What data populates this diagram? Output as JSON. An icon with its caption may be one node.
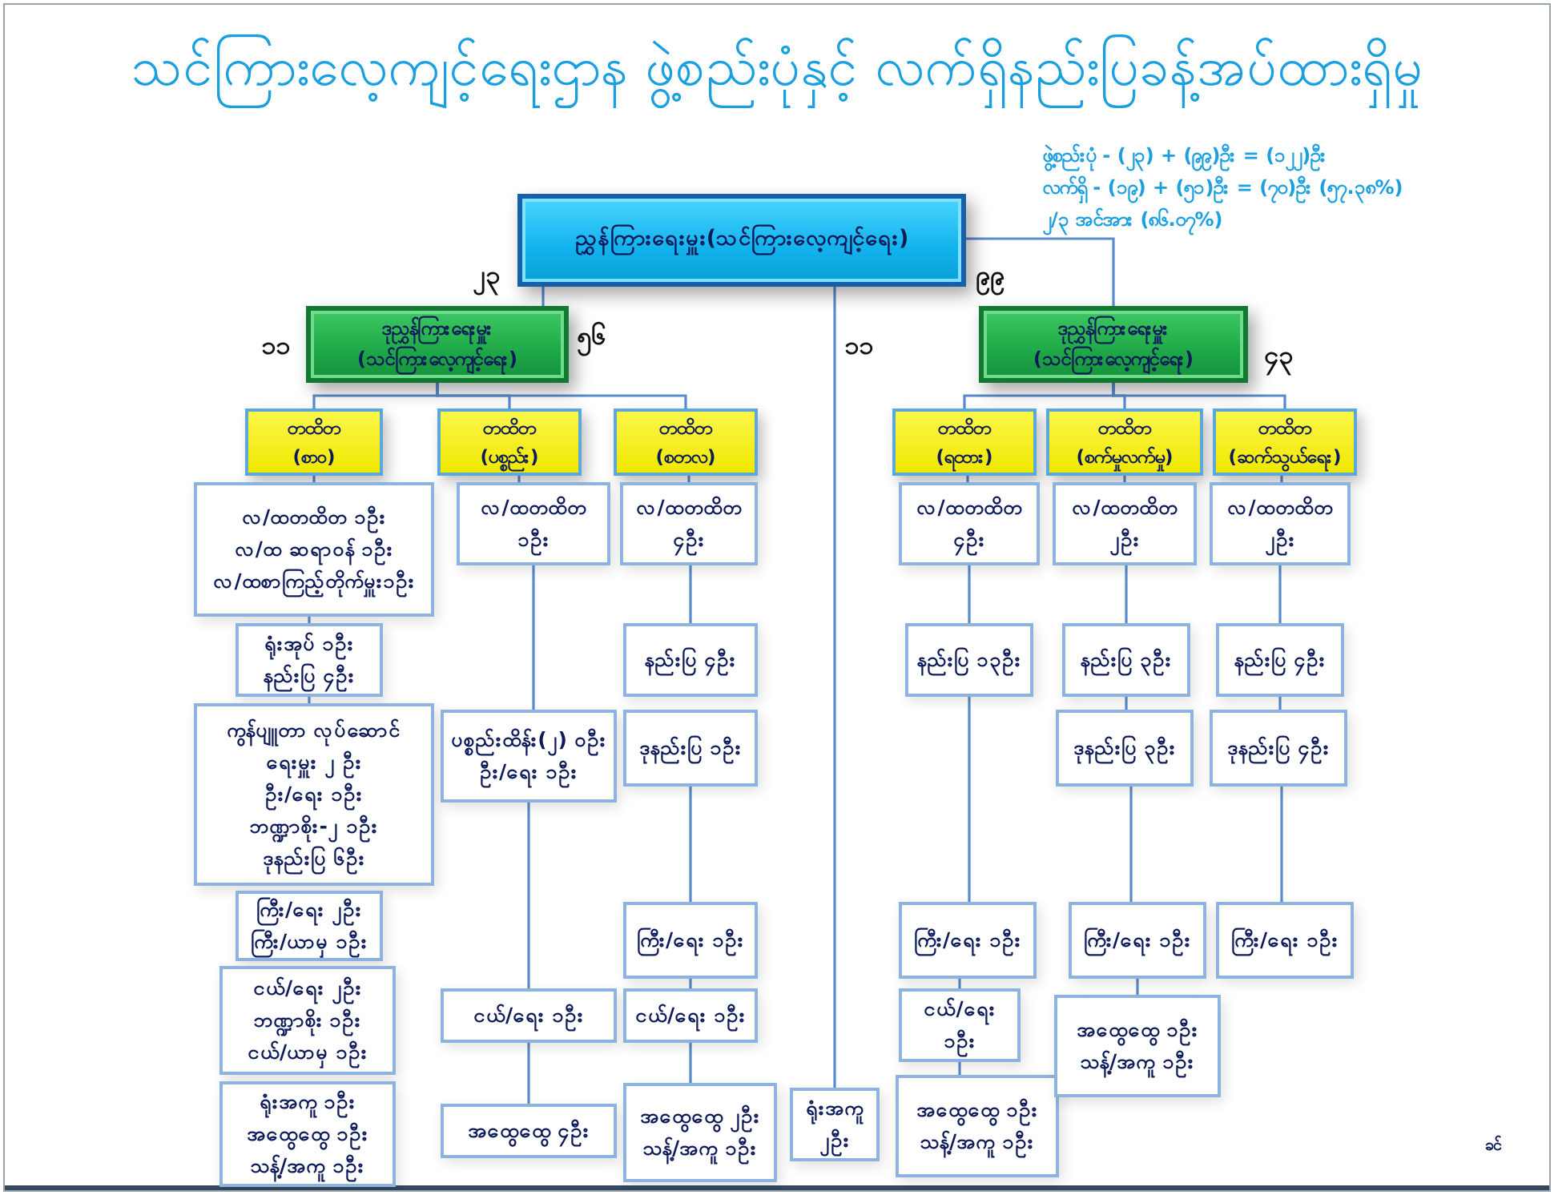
{
  "diagram": {
    "title": "သင်ကြားလေ့ကျင့်ရေးဌာန ဖွဲ့စည်းပုံနှင့် လက်ရှိနည်းပြခန့်အပ်ထားရှိမှု",
    "nodes": [
      {
        "text": [
          "ညွှန်ကြားရေးမှူး(သင်ကြားလေ့ကျင့်ရေး)"
        ]
      },
      {
        "text": [
          "ဒုညွှန်ကြားရေးမှူး (သင်ကြားလေ့ကျင့်ရေး)"
        ]
      },
      {
        "text": [
          "ဒုညွှန်ကြားရေးမှူး (သင်ကြားလေ့ကျင့်ရေး)"
        ]
      },
      {
        "text": [
          "တထိတ (စာဝ)"
        ]
      },
      {
        "text": [
          "တထိတ (ပစ္စည်း)"
        ]
      },
      {
        "text": [
          "တထိတ (စတလ)"
        ]
      },
      {
        "text": [
          "တထိတ (ရထား)"
        ]
      },
      {
        "text": [
          "တထိတ (စက်မှုလက်မှု)"
        ]
      },
      {
        "text": [
          "တထိတ (ဆက်သွယ်ရေး)"
        ]
      },
      {
        "text": [
          "လ/ထတထိတ ၁ဦး",
          "လ/ထ ဆရာဝန် ၁ဦး",
          "လ/ထစာကြည့်တိုက်မှူး၁ဦး"
        ]
      },
      {
        "text": [
          "ရုံးအုပ် ၁ဦး",
          "နည်းပြ ၄ဦး"
        ]
      },
      {
        "text": [
          "ကွန်ပျူတာ လုပ်ဆောင် ရေးမှူး ၂ ဦး",
          "ဦး/ရေး ၁ဦး",
          "ဘဏ္ဍာစိုး-၂ ၁ဦး",
          "ဒုနည်းပြ ၆ဦး"
        ]
      },
      {
        "text": [
          "ကြီး/ရေး ၂ဦး",
          "ကြီး/ယာမှ ၁ဦး"
        ]
      },
      {
        "text": [
          "ငယ်/ရေး ၂ဦး",
          "ဘဏ္ဍာစိုး ၁ဦး",
          "ငယ်/ယာမှ ၁ဦး"
        ]
      },
      {
        "text": [
          "ရုံးအကူ ၁ဦး",
          "အထွေထွေ ၁ဦး",
          "သန့်/အကူ ၁ဦး"
        ]
      },
      {
        "text": [
          "လ/ထတထိတ ၁ဦး"
        ]
      },
      {
        "text": [
          "ပစ္စည်းထိန်း(၂) ၀ဦး",
          "ဦး/ရေး ၁ဦး"
        ]
      },
      {
        "text": [
          "ငယ်/ရေး ၁ဦး"
        ]
      },
      {
        "text": [
          "အထွေထွေ ၄ဦး"
        ]
      },
      {
        "text": [
          "လ/ထတထိတ ၄ဦး"
        ]
      },
      {
        "text": [
          "နည်းပြ ၄ဦး"
        ]
      },
      {
        "text": [
          "ဒုနည်းပြ ၁ဦး"
        ]
      },
      {
        "text": [
          "ကြီး/ရေး ၁ဦး"
        ]
      },
      {
        "text": [
          "ငယ်/ရေး ၁ဦး"
        ]
      },
      {
        "text": [
          "အထွေထွေ ၂ဦး",
          "သန့်/အကူ ၁ဦး"
        ]
      },
      {
        "text": [
          "ရုံးအကူ ၂ဦး"
        ]
      },
      {
        "text": [
          "လ/ထတထိတ ၄ဦး"
        ]
      },
      {
        "text": [
          "နည်းပြ ၁၃ဦး"
        ]
      },
      {
        "text": [
          "ကြီး/ရေး ၁ဦး"
        ]
      },
      {
        "text": [
          "ငယ်/ရေး ၁ဦး"
        ]
      },
      {
        "text": [
          "အထွေထွေ ၁ဦး",
          "သန့်/အကူ ၁ဦး"
        ]
      },
      {
        "text": [
          "လ/ထတထိတ ၂ဦး"
        ]
      },
      {
        "text": [
          "နည်းပြ ၃ဦး"
        ]
      },
      {
        "text": [
          "ဒုနည်းပြ ၃ဦး"
        ]
      },
      {
        "text": [
          "ကြီး/ရေး ၁ဦး"
        ]
      },
      {
        "text": [
          "အထွေထွေ ၁ဦး",
          "သန့်/အကူ ၁ဦး"
        ]
      },
      {
        "text": [
          "လ/ထတထိတ ၂ဦး"
        ]
      },
      {
        "text": [
          "နည်းပြ ၄ဦး"
        ]
      },
      {
        "text": [
          "ဒုနည်းပြ ၄ဦး"
        ]
      },
      {
        "text": [
          "ကြီး/ရေး ၁ဦး"
        ]
      }
    ],
    "edges": [
      {
        "from": 0,
        "to": 1,
        "arrow": "none"
      },
      {
        "from": 0,
        "to": 2,
        "arrow": "none"
      },
      {
        "from": 0,
        "to": 25,
        "arrow": "none"
      },
      {
        "from": 1,
        "to": 3,
        "arrow": "none"
      },
      {
        "from": 1,
        "to": 4,
        "arrow": "none"
      },
      {
        "from": 1,
        "to": 5,
        "arrow": "none"
      },
      {
        "from": 2,
        "to": 6,
        "arrow": "none"
      },
      {
        "from": 2,
        "to": 7,
        "arrow": "none"
      },
      {
        "from": 2,
        "to": 8,
        "arrow": "none"
      },
      {
        "from": 3,
        "to": 9,
        "arrow": "none"
      },
      {
        "from": 9,
        "to": 10,
        "arrow": "none"
      },
      {
        "from": 10,
        "to": 11,
        "arrow": "none"
      },
      {
        "from": 4,
        "to": 15,
        "arrow": "none"
      },
      {
        "from": 15,
        "to": 16,
        "arrow": "none"
      },
      {
        "from": 16,
        "to": 17,
        "arrow": "none"
      },
      {
        "from": 17,
        "to": 18,
        "arrow": "none"
      },
      {
        "from": 5,
        "to": 19,
        "arrow": "none"
      },
      {
        "from": 19,
        "to": 20,
        "arrow": "none"
      },
      {
        "from": 21,
        "to": 22,
        "arrow": "none"
      },
      {
        "from": 22,
        "to": 23,
        "arrow": "none"
      },
      {
        "from": 23,
        "to": 24,
        "arrow": "none"
      },
      {
        "from": 6,
        "to": 26,
        "arrow": "none"
      },
      {
        "from": 26,
        "to": 27,
        "arrow": "none"
      },
      {
        "from": 27,
        "to": 28,
        "arrow": "none"
      },
      {
        "from": 28,
        "to": 29,
        "arrow": "none"
      },
      {
        "from": 29,
        "to": 30,
        "arrow": "none"
      },
      {
        "from": 7,
        "to": 31,
        "arrow": "none"
      },
      {
        "from": 31,
        "to": 32,
        "arrow": "none"
      },
      {
        "from": 32,
        "to": 33,
        "arrow": "none"
      },
      {
        "from": 33,
        "to": 34,
        "arrow": "none"
      },
      {
        "from": 34,
        "to": 35,
        "arrow": "none"
      },
      {
        "from": 8,
        "to": 36,
        "arrow": "none"
      },
      {
        "from": 36,
        "to": 37,
        "arrow": "none"
      },
      {
        "from": 37,
        "to": 38,
        "arrow": "none"
      },
      {
        "from": 38,
        "to": 39,
        "arrow": "none"
      }
    ],
    "labels": [
      "ဖွဲ့စည်းပုံ - (၂၃) + (၉၉)ဦး = (၁၂၂)ဦး",
      "လက်ရှိ - (၁၉) + (၅၁)ဦး = (၇၀)ဦး (၅၇.၃၈%)",
      "၂/၃ အင်အား (၈၆.၀၇%)",
      "၂၃",
      "၉၉",
      "၁၁",
      "၅၆",
      "၁၁",
      "၄၃",
      "ခင်"
    ]
  }
}
